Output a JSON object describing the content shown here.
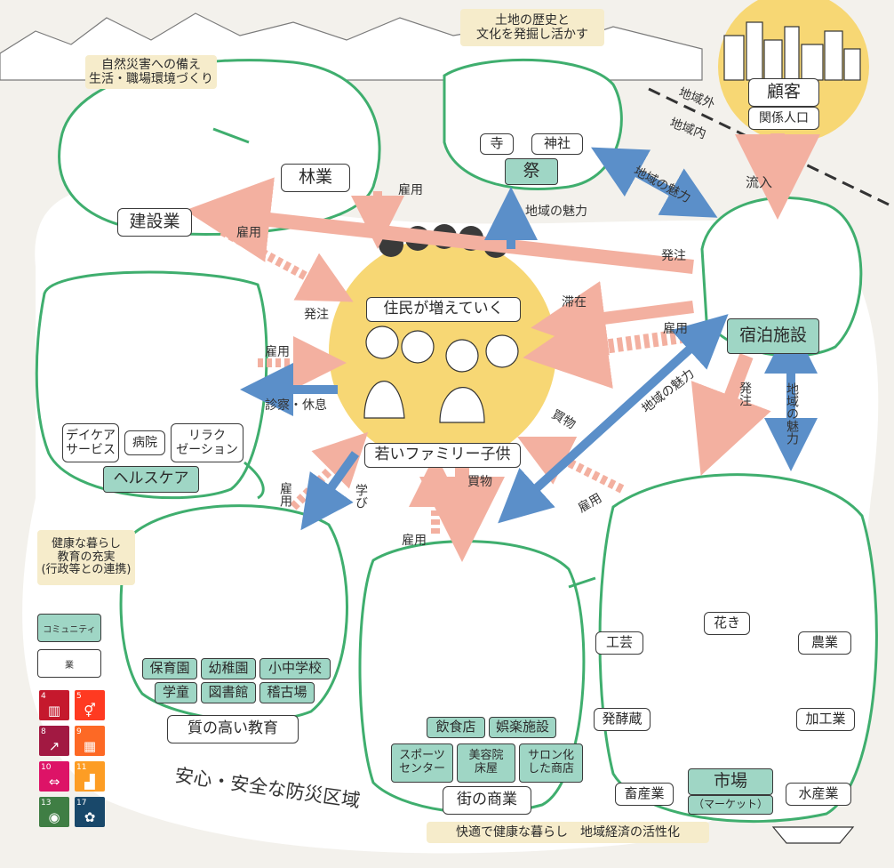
{
  "nodes": {
    "customer": "顧客",
    "related_population": "関係人口",
    "forestry": "林業",
    "construction": "建設業",
    "festival": "祭",
    "temple": "寺",
    "shrine": "神社",
    "accommodation": "宿泊施設",
    "residents": "住民が増えていく",
    "young_family": "若いファミリー子供",
    "healthcare": "ヘルスケア",
    "daycare": "デイケア\nサービス",
    "hospital": "病院",
    "relaxation": "リラク\nゼーション",
    "quality_education": "質の高い教育",
    "nursery": "保育園",
    "kindergarten": "幼稚園",
    "school": "小中学校",
    "after_school": "学童",
    "library": "図書館",
    "lessons": "稽古場",
    "town_commerce": "街の商業",
    "restaurant": "飲食店",
    "entertainment": "娯楽施設",
    "sports_center": "スポーツ\nセンター",
    "beauty_salon": "美容院\n床屋",
    "salon_shop": "サロン化\nした商店",
    "market": "市場",
    "market_sub": "（マーケット）",
    "crafts": "工芸",
    "flowers": "花き",
    "agriculture": "農業",
    "brewery": "発酵蔵",
    "processing": "加工業",
    "livestock": "畜産業",
    "fisheries": "水産業"
  },
  "notes": {
    "disaster": "自然災害への備え\n生活・職場環境づくり",
    "history": "土地の歴史と\n文化を発掘し活かす",
    "health_edu": "健康な暮らし\n教育の充実\n(行政等との連携)",
    "economy": "快適で健康な暮らし　地域経済の活性化"
  },
  "area_labels": {
    "outside": "地域外",
    "inside": "地域内",
    "safety": "安心・安全な防災区域"
  },
  "flows": {
    "employment": "雇用",
    "order": "発注",
    "regional_appeal": "地域の魅力",
    "inflow": "流入",
    "stay": "滞在",
    "medical": "診察・休息",
    "learning": "学び",
    "shopping": "買物"
  },
  "legend": {
    "community": "コミュニティ",
    "industry": "業"
  },
  "sdgs": [
    {
      "num": "4",
      "color": "#c5192d",
      "icon": "book-icon"
    },
    {
      "num": "5",
      "color": "#ff3a21",
      "icon": "gender-icon"
    },
    {
      "num": "8",
      "color": "#a21942",
      "icon": "growth-chart-icon"
    },
    {
      "num": "9",
      "color": "#fd6925",
      "icon": "blocks-icon"
    },
    {
      "num": "10",
      "color": "#dd1367",
      "icon": "equality-icon"
    },
    {
      "num": "11",
      "color": "#fd9d24",
      "icon": "city-icon"
    },
    {
      "num": "13",
      "color": "#3f7e44",
      "icon": "eye-icon"
    },
    {
      "num": "17",
      "color": "#19486a",
      "icon": "partnership-icon"
    }
  ],
  "colors": {
    "pink_arrow": "#f3b0a0",
    "blue_arrow": "#5b8fc9",
    "community_green": "#9fd6c5",
    "note_yellow": "#f6eccb",
    "center_yellow": "#f7d774",
    "blob": "#ffffff",
    "blob_border": "#3fae6e"
  }
}
